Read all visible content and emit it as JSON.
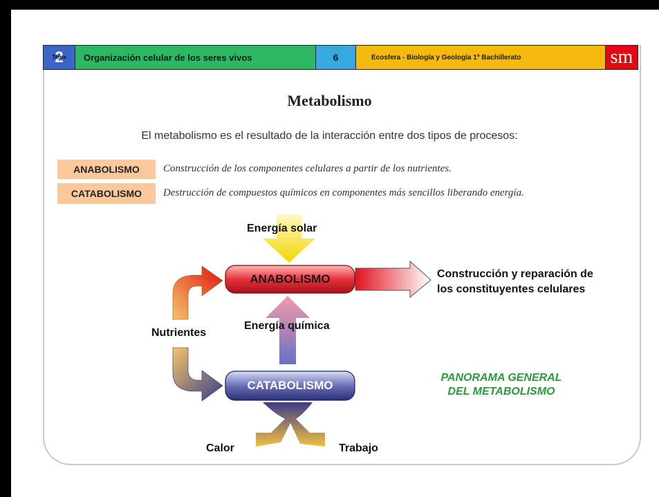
{
  "header": {
    "tema_label": "Tema",
    "tema_number": "2",
    "unit_title": "Organización celular de los seres vivos",
    "page_number": "6",
    "book": "Ecosfera - Biología y Geología 1º Bachillerato",
    "logo": "sm"
  },
  "title": "Metabolismo",
  "intro": "El metabolismo es el resultado de la interacción entre dos tipos de procesos:",
  "definitions": [
    {
      "term": "ANABOLISMO",
      "text": "Construcción de los componentes celulares a partir de los nutrientes."
    },
    {
      "term": "CATABOLISMO",
      "text": "Destrucción de compuestos químicos en componentes más sencillos liberando energía."
    }
  ],
  "diagram": {
    "solar": "Energía solar",
    "anabolismo": "ANABOLISMO",
    "catabolismo": "CATABOLISMO",
    "quimica": "Energía química",
    "nutrientes": "Nutrientes",
    "construccion_1": "Construcción y reparación de",
    "construccion_2": "los constituyentes celulares",
    "calor": "Calor",
    "trabajo": "Trabajo",
    "panorama_1": "PANORAMA GENERAL",
    "panorama_2": "DEL METABOLISMO"
  },
  "colors": {
    "red_box": "#e8323c",
    "blue_box": "#3a3f8f",
    "yellow": "#f5d800",
    "accent_green": "#2a9a3a"
  }
}
